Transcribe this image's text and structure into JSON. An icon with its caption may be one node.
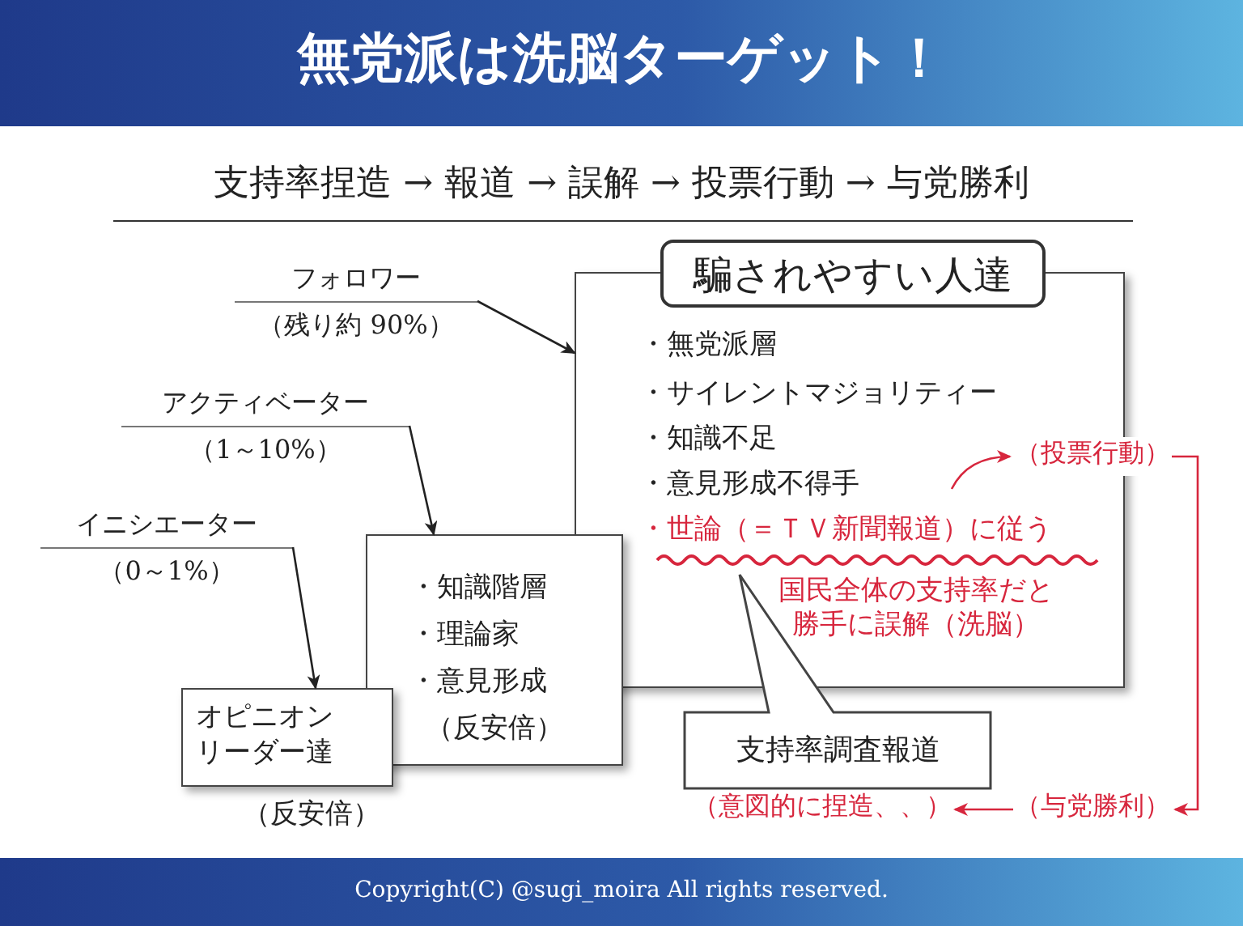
{
  "diagram": {
    "title": "無党派は洗脳ターゲット！",
    "nodes": [
      {
        "text": [
          "・無党派層",
          "・サイレントマジョリティー",
          "・知識不足",
          "・意見形成不得手",
          "・世論（＝ＴＶ新聞報道）に従う",
          "国民全体の支持率だと勝手に誤解（洗脳）"
        ]
      },
      {
        "text": [
          "フォロワー",
          "（残り約 90%）"
        ]
      },
      {
        "text": [
          "アクティベーター",
          "（1～10%）"
        ]
      },
      {
        "text": [
          "イニシエーター",
          "（0～1%）"
        ]
      },
      {
        "text": [
          "・知識階層",
          "・理論家",
          "・意見形成",
          "（反安倍）"
        ]
      },
      {
        "text": [
          "オピニオンリーダー達"
        ],
        "beside": [
          "（反安倍）"
        ]
      },
      {
        "text": [
          "支持率調査報道"
        ]
      },
      {
        "text": [
          "（投票行動）"
        ]
      },
      {
        "text": [
          "（与党勝利）"
        ]
      },
      {
        "text": [
          "（意図的に捏造、、）"
        ]
      },
      {
        "text": [
          "騙されやすい人達"
        ]
      }
    ],
    "edges": [
      {
        "from": 1,
        "to": 0,
        "arrow": "to"
      },
      {
        "from": 2,
        "to": 4,
        "arrow": "to"
      },
      {
        "from": 3,
        "to": 5,
        "arrow": "to"
      },
      {
        "from": 0,
        "to": 7,
        "arrow": "to",
        "color": "#d7263d"
      },
      {
        "from": 7,
        "to": 8,
        "arrow": "to",
        "color": "#d7263d"
      },
      {
        "from": 8,
        "to": 9,
        "arrow": "to",
        "color": "#d7263d"
      }
    ],
    "labels": [
      "支持率捏造 → 報道 → 誤解 → 投票行動 → 与党勝利",
      "Copyright(C) @sugi_moira All rights reserved."
    ]
  }
}
